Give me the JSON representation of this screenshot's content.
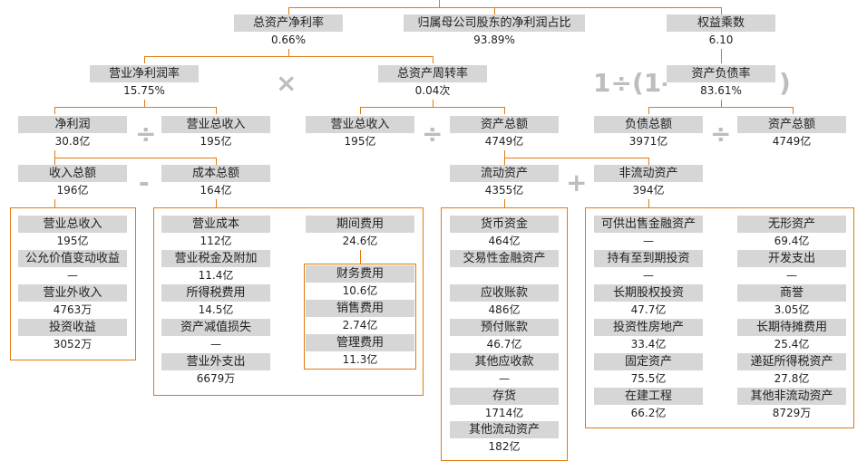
{
  "top": {
    "roa": {
      "label": "总资产净利率",
      "value": "0.66%"
    },
    "parent_ratio": {
      "label": "归属母公司股东的净利润占比",
      "value": "93.89%"
    },
    "equity_multiplier": {
      "label": "权益乘数",
      "value": "6.10"
    }
  },
  "row2": {
    "net_margin": {
      "label": "营业净利润率",
      "value": "15.75%"
    },
    "turnover": {
      "label": "总资产周转率",
      "value": "0.04次"
    },
    "debt_ratio": {
      "label": "资产负债率",
      "value": "83.61%"
    }
  },
  "row3": {
    "net_profit": {
      "label": "净利润",
      "value": "30.8亿"
    },
    "revenue_a": {
      "label": "营业总收入",
      "value": "195亿"
    },
    "revenue_b": {
      "label": "营业总收入",
      "value": "195亿"
    },
    "total_assets_a": {
      "label": "资产总额",
      "value": "4749亿"
    },
    "total_liab": {
      "label": "负债总额",
      "value": "3971亿"
    },
    "total_assets_b": {
      "label": "资产总额",
      "value": "4749亿"
    }
  },
  "row4": {
    "total_income": {
      "label": "收入总额",
      "value": "196亿"
    },
    "total_cost": {
      "label": "成本总额",
      "value": "164亿"
    },
    "current_assets": {
      "label": "流动资产",
      "value": "4355亿"
    },
    "noncurrent_assets": {
      "label": "非流动资产",
      "value": "394亿"
    }
  },
  "income_items": [
    {
      "label": "营业总收入",
      "value": "195亿"
    },
    {
      "label": "公允价值变动收益",
      "value": "—"
    },
    {
      "label": "营业外收入",
      "value": "4763万"
    },
    {
      "label": "投资收益",
      "value": "3052万"
    }
  ],
  "cost_items": [
    {
      "label": "营业成本",
      "value": "112亿"
    },
    {
      "label": "营业税金及附加",
      "value": "11.4亿"
    },
    {
      "label": "所得税费用",
      "value": "14.5亿"
    },
    {
      "label": "资产减值损失",
      "value": "—"
    },
    {
      "label": "营业外支出",
      "value": "6679万"
    }
  ],
  "period_expense": {
    "label": "期间费用",
    "value": "24.6亿"
  },
  "expense_items": [
    {
      "label": "财务费用",
      "value": "10.6亿"
    },
    {
      "label": "销售费用",
      "value": "2.74亿"
    },
    {
      "label": "管理费用",
      "value": "11.3亿"
    }
  ],
  "current_items": [
    {
      "label": "货币资金",
      "value": "464亿"
    },
    {
      "label": "交易性金融资产",
      "value": ""
    },
    {
      "label": "应收账款",
      "value": "486亿"
    },
    {
      "label": "预付账款",
      "value": "46.7亿"
    },
    {
      "label": "其他应收款",
      "value": "—"
    },
    {
      "label": "存货",
      "value": "1714亿"
    },
    {
      "label": "其他流动资产",
      "value": "182亿"
    }
  ],
  "noncurrent_left": [
    {
      "label": "可供出售金融资产",
      "value": "—"
    },
    {
      "label": "持有至到期投资",
      "value": "—"
    },
    {
      "label": "长期股权投资",
      "value": "47.7亿"
    },
    {
      "label": "投资性房地产",
      "value": "33.4亿"
    },
    {
      "label": "固定资产",
      "value": "75.5亿"
    },
    {
      "label": "在建工程",
      "value": "66.2亿"
    }
  ],
  "noncurrent_right": [
    {
      "label": "无形资产",
      "value": "69.4亿"
    },
    {
      "label": "开发支出",
      "value": "—"
    },
    {
      "label": "商誉",
      "value": "3.05亿"
    },
    {
      "label": "长期待摊费用",
      "value": "25.4亿"
    },
    {
      "label": "递延所得税资产",
      "value": "27.8亿"
    },
    {
      "label": "其他非流动资产",
      "value": "8729万"
    }
  ],
  "operators": {
    "times": "×",
    "divide": "÷",
    "minus": "-",
    "plus": "+",
    "one_minus": "1÷(1-",
    "close_paren": ")"
  },
  "colors": {
    "connector": "#e07a10",
    "label_bg": "#d6d6d6",
    "operator": "#bdbdbd"
  }
}
